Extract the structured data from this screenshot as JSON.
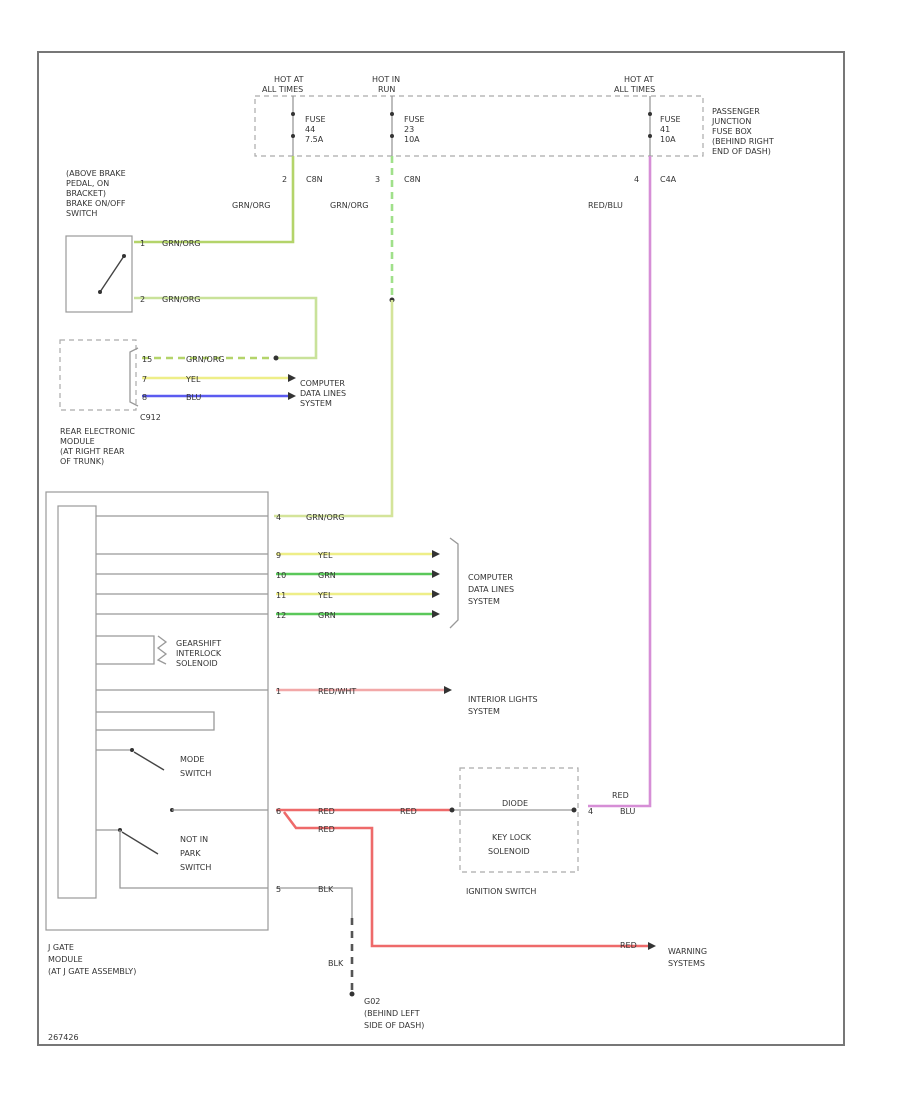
{
  "hot_labels": {
    "h1": [
      "HOT AT",
      "ALL TIMES"
    ],
    "h2": [
      "HOT IN",
      "RUN"
    ],
    "h3": [
      "HOT AT",
      "ALL TIMES"
    ]
  },
  "fuses": {
    "f1": [
      "FUSE",
      "44",
      "7.5A"
    ],
    "f2": [
      "FUSE",
      "23",
      "10A"
    ],
    "f3": [
      "FUSE",
      "41",
      "10A"
    ]
  },
  "fuse_box_label": [
    "PASSENGER",
    "JUNCTION",
    "FUSE BOX",
    "(BEHIND RIGHT",
    "END OF DASH)"
  ],
  "pins_top": {
    "p1": "2",
    "p2": "3",
    "p3": "4"
  },
  "conn_top": {
    "c1": "C8N",
    "c2": "C8N",
    "c3": "C4A"
  },
  "wire_top": {
    "w1": "GRN/ORG",
    "w2": "GRN/ORG",
    "w3": "RED/BLU"
  },
  "brake_label": [
    "(ABOVE BRAKE",
    "PEDAL, ON",
    "BRACKET)",
    "BRAKE ON/OFF",
    "SWITCH"
  ],
  "brake_wires": {
    "pin1": "1",
    "w1": "GRN/ORG",
    "pin2": "2",
    "w2": "GRN/ORG"
  },
  "rem_wires": {
    "pin1": "15",
    "w1": "GRN/ORG",
    "pin2": "7",
    "w2": "YEL",
    "pin3": "8",
    "w3": "BLU"
  },
  "rem_conn": "C912",
  "rem_label": [
    "REAR ELECTRONIC",
    "MODULE",
    "(AT RIGHT REAR",
    "OF TRUNK)"
  ],
  "comp_label_1": [
    "COMPUTER",
    "DATA LINES",
    "SYSTEM"
  ],
  "gate_wires": [
    {
      "pin": "4",
      "wire": "GRN/ORG"
    },
    {
      "pin": "9",
      "wire": "YEL"
    },
    {
      "pin": "10",
      "wire": "GRN"
    },
    {
      "pin": "11",
      "wire": "YEL"
    },
    {
      "pin": "12",
      "wire": "GRN"
    }
  ],
  "comp_label_2": [
    "COMPUTER",
    "DATA LINES",
    "SYSTEM"
  ],
  "shift_label": [
    "GEARSHIFT",
    "INTERLOCK",
    "SOLENOID"
  ],
  "interior": {
    "pin": "1",
    "wire": "RED/WHT",
    "label": [
      "INTERIOR LIGHTS",
      "SYSTEM"
    ]
  },
  "mode_label": [
    "MODE",
    "SWITCH"
  ],
  "notpark_label": [
    "NOT IN",
    "PARK",
    "SWITCH"
  ],
  "red_wire": {
    "pin": "6",
    "w1": "RED",
    "w2": "RED",
    "w3": "RED",
    "pin2": "4",
    "blu": "BLU",
    "red_up": "RED"
  },
  "keylock": {
    "label": [
      "KEY LOCK",
      "SOLENOID"
    ],
    "diode": "DIODE",
    "ign_label": "IGNITION SWITCH"
  },
  "ground": {
    "pin": "5",
    "wire": "BLK",
    "wire2": "BLK",
    "id": "G02",
    "label": [
      "(BEHIND LEFT",
      "SIDE OF DASH)"
    ]
  },
  "warning_label": [
    "WARNING",
    "SYSTEMS"
  ],
  "gate_label": [
    "J GATE",
    "MODULE",
    "(AT J GATE ASSEMBLY)"
  ],
  "footer_id": "267426",
  "colors": {
    "grn_org": "#b4d46a",
    "grn_org_light": "#c9e29a",
    "grn": "#5ac85a",
    "yel": "#eeee88",
    "blu": "#5b5bf0",
    "red": "#ee6a6a",
    "red_light": "#f2a8a8",
    "red_blu": "#d68ed6"
  }
}
